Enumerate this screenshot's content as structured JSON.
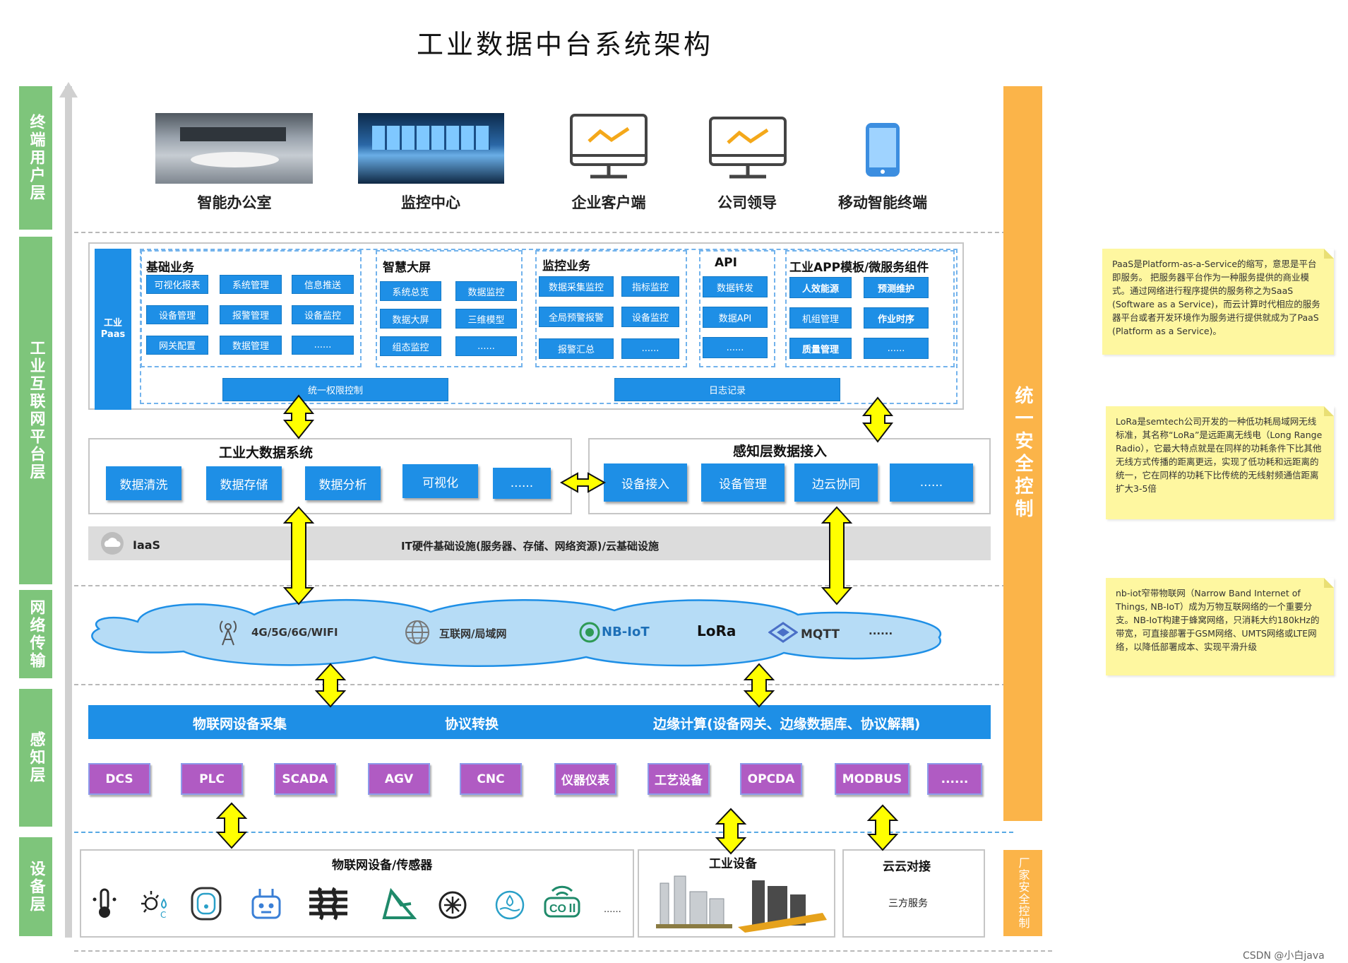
{
  "title": "工业数据中台系统架构",
  "layers": [
    "终端用户层",
    "工业互联网平台层",
    "网络传输",
    "感知层",
    "设备层"
  ],
  "terminal": [
    "智能办公室",
    "监控中心",
    "企业客户端",
    "公司领导",
    "移动智能终端"
  ],
  "paas": {
    "tag": "工业\nPaas",
    "groups": [
      {
        "title": "基础业务",
        "items": [
          "可视化报表",
          "系统管理",
          "信息推送",
          "设备管理",
          "报警管理",
          "设备监控",
          "网关配置",
          "数据管理",
          "......"
        ]
      },
      {
        "title": "智慧大屏",
        "items": [
          "系统总览",
          "数据监控",
          "数据大屏",
          "三维模型",
          "组态监控",
          "......"
        ]
      },
      {
        "title": "监控业务",
        "items": [
          "数据采集监控",
          "指标监控",
          "全局预警报警",
          "设备监控",
          "报警汇总",
          "......"
        ]
      },
      {
        "title": "API",
        "items": [
          "数据转发",
          "数据API",
          "......"
        ]
      },
      {
        "title": "工业APP模板/微服务组件",
        "items": [
          "人效能源",
          "预测维护",
          "机组管理",
          "作业时序",
          "质量管理",
          "......"
        ]
      }
    ],
    "bottom": [
      "统一权限控制",
      "日志记录"
    ]
  },
  "bigdata": {
    "title": "工业大数据系统",
    "items": [
      "数据清洗",
      "数据存储",
      "数据分析",
      "可视化",
      "......"
    ]
  },
  "sensing": {
    "title": "感知层数据接入",
    "items": [
      "设备接入",
      "设备管理",
      "边云协同",
      "......"
    ]
  },
  "iaas": {
    "label": "IaaS",
    "desc": "IT硬件基础设施(服务器、存储、网络资源)/云基础设施"
  },
  "network": [
    "4G/5G/6G/WIFI",
    "互联网/局域网",
    "NB-IoT",
    "LoRa",
    "MQTT",
    "......"
  ],
  "gateway": [
    "物联网设备采集",
    "协议转换",
    "边缘计算(设备网关、边缘数据库、协议解耦)"
  ],
  "protocols": [
    "DCS",
    "PLC",
    "SCADA",
    "AGV",
    "CNC",
    "仪器仪表",
    "工艺设备",
    "OPCDA",
    "MODBUS",
    "......"
  ],
  "devices": {
    "iot_title": "物联网设备/传感器",
    "iot_more": "......",
    "iot_icons": [
      "thermometer-icon",
      "sun-humidity-icon",
      "sensor-icon",
      "robot-icon",
      "heater-icon",
      "slope-icon",
      "fan-icon",
      "water-icon",
      "co2-icon"
    ],
    "industrial_title": "工业设备",
    "cloud_title": "云云对接",
    "cloud_desc": "三方服务"
  },
  "security": {
    "main": "统一安全控制",
    "vendor": "厂家安全控制"
  },
  "notes": [
    "PaaS是Platform-as-a-Service的缩写，意思是平台即服务。 把服务器平台作为一种服务提供的商业模式。通过网络进行程序提供的服务称之为SaaS (Software as a Service)，而云计算时代相应的服务器平台或者开发环境作为服务进行提供就成为了PaaS (Platform as a Service)。",
    "LoRa是semtech公司开发的一种低功耗局域网无线标准，其名称“LoRa”是远距离无线电（Long Range Radio），它最大特点就是在同样的功耗条件下比其他无线方式传播的距离更远，实现了低功耗和远距离的统一，它在同样的功耗下比传统的无线射频通信距离扩大3-5倍",
    "nb-iot窄带物联网（Narrow Band Internet of Things, NB-IoT）成为万物互联网络的一个重要分支。NB-IoT构建于蜂窝网络，只消耗大约180kHz的带宽，可直接部署于GSM网络、UMTS网络或LTE网络，以降低部署成本、实现平滑升级"
  ],
  "watermark": "CSDN @小白java",
  "colors": {
    "layer": "#7ec57b",
    "blue": "#1e8fe6",
    "purple": "#b05bc3",
    "orange": "#fbb449",
    "note": "#fef7a0",
    "arrow": "#ffff00"
  }
}
